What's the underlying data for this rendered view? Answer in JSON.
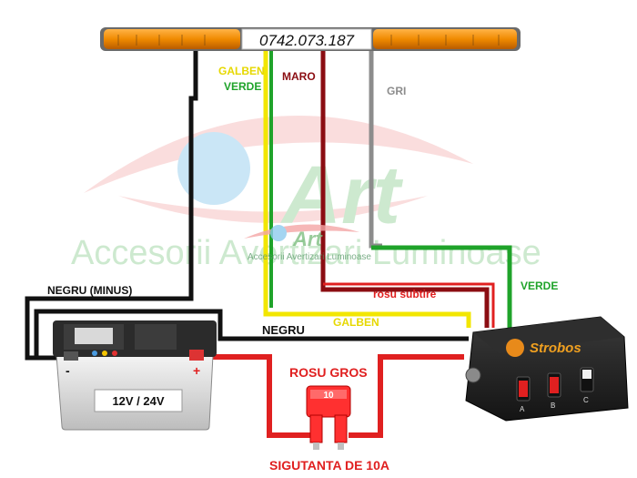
{
  "lightbar": {
    "phone": "0742.073.187"
  },
  "wires": {
    "galben_top": "GALBEN",
    "verde_top": "VERDE",
    "maro": "MARO",
    "gri": "GRI",
    "negru_minus": "NEGRU (MINUS)",
    "negru": "NEGRU",
    "galben_bottom": "GALBEN",
    "rosu_subtire": "rosu subtire",
    "verde_right": "VERDE",
    "rosu_gros": "ROSU GROS",
    "siguranta": "SIGUTANTA DE 10A"
  },
  "battery": {
    "label": "12V / 24V",
    "plus": "+",
    "minus": "-"
  },
  "fuse": {
    "rating": "10"
  },
  "controller": {
    "brand": "Strobos",
    "switch_a": "A",
    "switch_b": "B",
    "switch_c": "C"
  },
  "watermark": {
    "logo_text": "Art",
    "tagline": "Accesorii Avertizari Luminoase",
    "small_logo_text": "Art",
    "small_tagline": "Accesorii Avertizari Luminoase"
  },
  "colors": {
    "black_wire": "#111111",
    "yellow_wire": "#f2e600",
    "green_wire": "#1fa32a",
    "brown_wire": "#8b0d12",
    "grey_wire": "#8c8c8c",
    "red_wire": "#e02020",
    "amber": "#f08a00"
  }
}
